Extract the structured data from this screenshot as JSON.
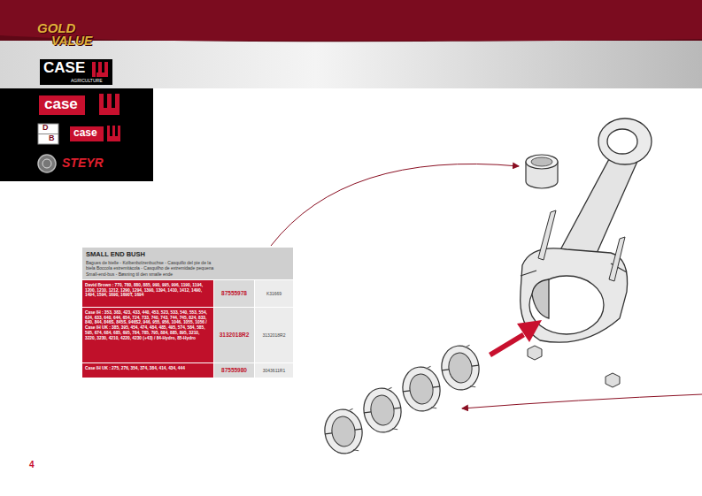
{
  "diagram": {
    "nodes": [
      {
        "text": [
          "SMALL END BUSH",
          "Bagues de bielle - Kolbenbolzenbuchse - Casquillo del pie de la biela Boccola estremitàcola - Casquilho de extremidade pequena Small-end-bus - Bøsning til den smalle ende"
        ]
      }
    ],
    "labels": [
      "GOLD",
      "VALUE",
      "CASE",
      "AGRICULTURE",
      "case",
      "D",
      "B",
      "case",
      "STEYR",
      "David Brown : 770, 780, 880, 885, 990, 995, 996, 1190, 1194, 1200, 1210, 1212, 1290, 1294, 1390, 1394, 1410, 1412, 1490, 1494, 1594, 1690, 1690T, 1694",
      "87555978",
      "K31669",
      "Case IH : 353, 383, 423, 433, 440, 453, 523, 533, 540, 553, 554, 624, 633, 640, 644, 654, 724, 733, 740, 743, 744, 745, 824, 833, 840, 844, 846S, 845S, 946S2, 946, 955, 956, 1046, 1055, 1056 / Case IH UK : 385, 395, 454, 474, 484, 485, 495, 574, 584, 585, 595, 674, 684, 685, 695, 784, 785, 795, 884, 885, 895, 3210, 3220, 3230, 4210, 4220, 4230 (+43) / 84-Hydro, 85-Hydro",
      "3132018R2",
      "3132018R2",
      "Case IH UK : 275, 276, 354, 374, 384, 414, 434, 444",
      "87555980",
      "3043611R1",
      "4"
    ]
  }
}
